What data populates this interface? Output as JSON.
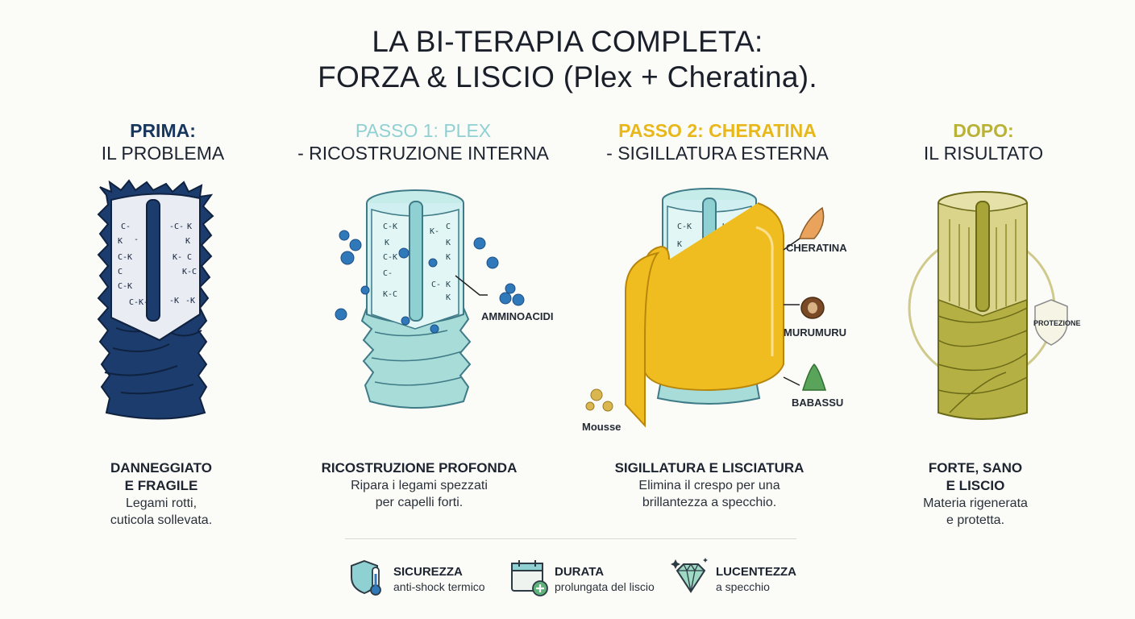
{
  "title": {
    "line1": "LA BI-TERAPIA COMPLETA:",
    "line2": "FORZA & LISCIO (Plex + Cheratina)."
  },
  "columns": [
    {
      "head1": "PRIMA:",
      "head2": "IL PROBLEMA",
      "color": "#17375e",
      "desc_title": [
        "DANNEGGIATO",
        "E FRAGILE"
      ],
      "desc_text": [
        "Legami rotti,",
        "cuticola sollevata."
      ]
    },
    {
      "head1": "PASSO 1: PLEX",
      "head2": "- RICOSTRUZIONE INTERNA",
      "color": "#8fd0d2",
      "desc_title": [
        "RICOSTRUZIONE PROFONDA"
      ],
      "desc_text": [
        "Ripara i legami spezzati",
        "per capelli forti."
      ],
      "labels": {
        "aminoacids": "AMMINOACIDI"
      }
    },
    {
      "head1": "PASSO 2: CHERATINA",
      "head2": "- SIGILLATURA ESTERNA",
      "color": "#e8b81a",
      "desc_title": [
        "SIGILLATURA E LISCIATURA"
      ],
      "desc_text": [
        "Elimina il crespo per una",
        "brillantezza a specchio."
      ],
      "labels": {
        "keratin": "CHERATINA",
        "murumuru": "MURUMURU",
        "babassu": "BABASSU",
        "mousse": "Mousse"
      }
    },
    {
      "head1": "DOPO:",
      "head2": "IL RISULTATO",
      "color": "#b8b236",
      "desc_title": [
        "FORTE, SANO",
        "E LISCIO"
      ],
      "desc_text": [
        "Materia rigenerata",
        "e protetta."
      ],
      "labels": {
        "protection": "PROTEZIONE"
      }
    }
  ],
  "features": [
    {
      "icon": "shield-thermometer-icon",
      "title": "SICUREZZA",
      "subtitle": "anti-shock termico"
    },
    {
      "icon": "calendar-plus-icon",
      "title": "DURATA",
      "subtitle": "prolungata del liscio"
    },
    {
      "icon": "diamond-icon",
      "title": "LUCENTEZZA",
      "subtitle": "a specchio"
    }
  ]
}
